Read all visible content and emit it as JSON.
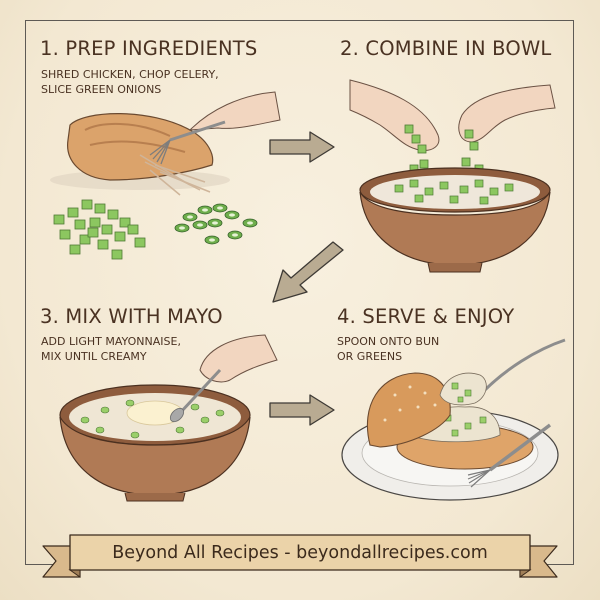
{
  "steps": [
    {
      "number": "1.",
      "title": "1. PREP INGREDIENTS",
      "subtitle": "SHRED CHICKEN, CHOP CELERY,\nSLICE GREEN ONIONS",
      "illustration": "chicken-breast-with-fork-celery-green-onions"
    },
    {
      "number": "2.",
      "title": "2. COMBINE IN BOWL",
      "subtitle": "",
      "illustration": "hands-dropping-celery-into-bowl"
    },
    {
      "number": "3.",
      "title": "3. MIX WITH MAYO",
      "subtitle": "ADD LIGHT MAYONNAISE,\nMIX UNTIL CREAMY",
      "illustration": "bowl-with-mayo-and-spoon"
    },
    {
      "number": "4.",
      "title": "4. SERVE & ENJOY",
      "subtitle": "SPOON ONTO BUN\nOR GREENS",
      "illustration": "chicken-salad-on-bun-with-fork"
    }
  ],
  "arrows": [
    {
      "from": 1,
      "to": 2,
      "direction": "right"
    },
    {
      "from": 2,
      "to": 3,
      "direction": "down-left"
    },
    {
      "from": 3,
      "to": 4,
      "direction": "right"
    }
  ],
  "footer": {
    "banner_text": "Beyond All Recipes - beyondallrecipes.com"
  },
  "colors": {
    "background": "#f5ecd9",
    "text": "#4a3222",
    "frame": "#5e5a55",
    "bowl": "#b07a55",
    "celery": "#8cc760",
    "arrow": "#b9ab92",
    "banner": "#ebd3a9"
  }
}
